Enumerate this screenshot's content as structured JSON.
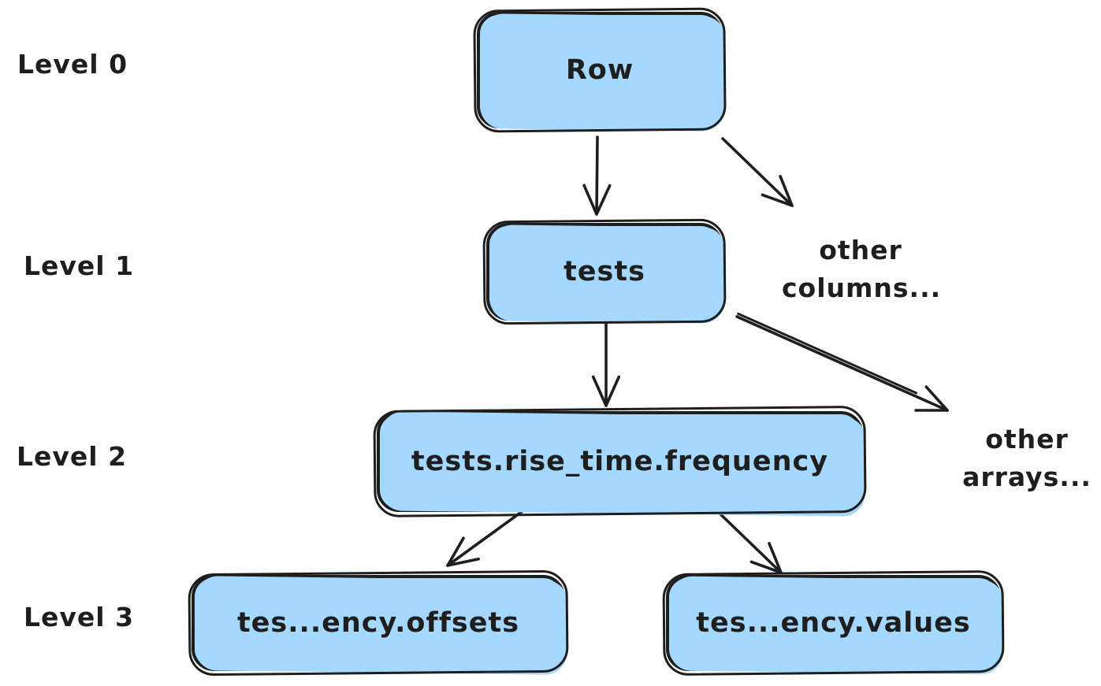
{
  "palette": {
    "background": "#ffffff",
    "node_fill": "#a5d8ff",
    "ink": "#1e1e1e"
  },
  "levels": [
    {
      "label": "Level 0"
    },
    {
      "label": "Level 1"
    },
    {
      "label": "Level 2"
    },
    {
      "label": "Level 3"
    }
  ],
  "nodes": [
    {
      "id": "row",
      "label": "Row",
      "level": 0
    },
    {
      "id": "tests",
      "label": "tests",
      "level": 1
    },
    {
      "id": "frequency",
      "label": "tests.rise_time.frequency",
      "level": 2
    },
    {
      "id": "offsets",
      "label": "tes...ency.offsets",
      "level": 3
    },
    {
      "id": "values",
      "label": "tes...ency.values",
      "level": 3
    }
  ],
  "annotations": [
    {
      "id": "other-columns",
      "lines": [
        "other",
        "columns..."
      ]
    },
    {
      "id": "other-arrays",
      "lines": [
        "other",
        "arrays..."
      ]
    }
  ],
  "edges": [
    {
      "from": "row",
      "to": "tests"
    },
    {
      "from": "row",
      "to": "other-columns"
    },
    {
      "from": "tests",
      "to": "frequency"
    },
    {
      "from": "tests",
      "to": "other-arrays"
    },
    {
      "from": "frequency",
      "to": "offsets"
    },
    {
      "from": "frequency",
      "to": "values"
    }
  ]
}
